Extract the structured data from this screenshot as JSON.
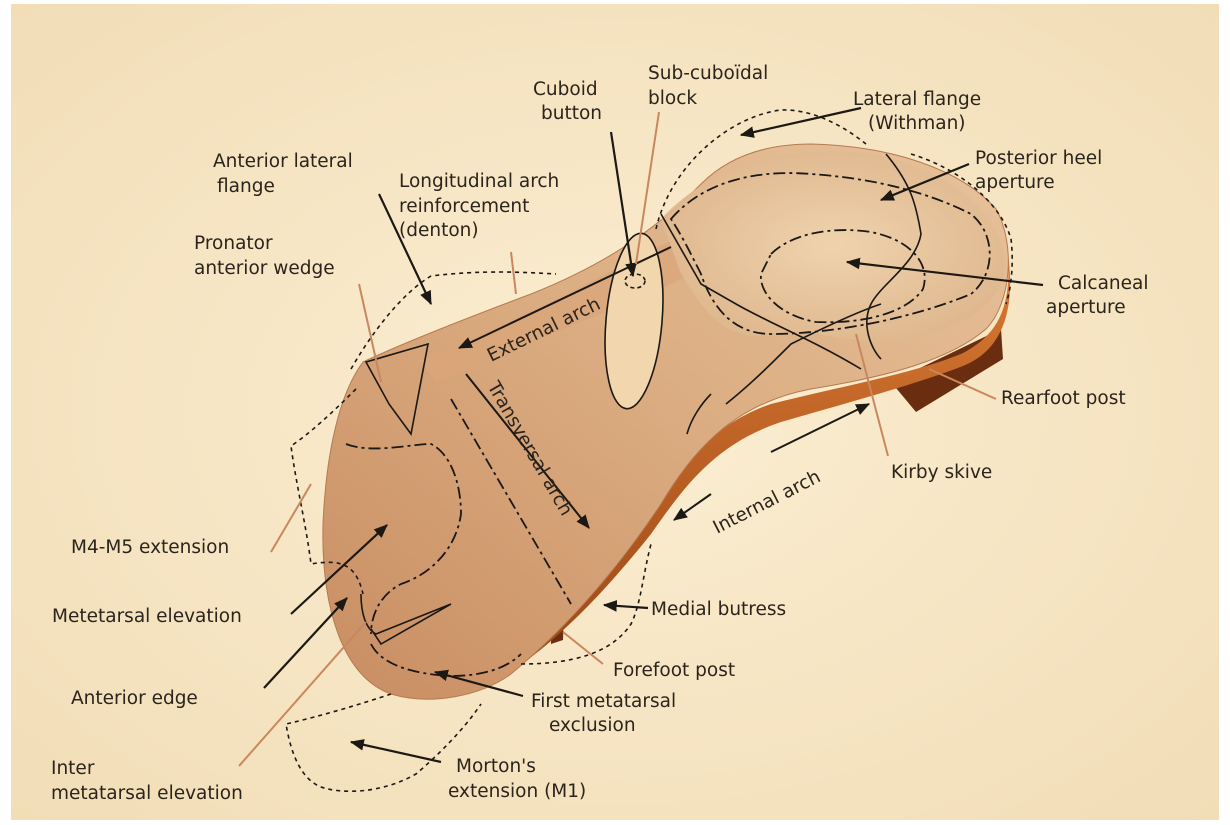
{
  "colors": {
    "background": "#f6e5c3",
    "insole_top": "#d9a679",
    "insole_edge": "#b05a23",
    "post": "#6b2d10",
    "lines": "#1c1814",
    "orange_pointer": "#c9875e"
  },
  "labels": {
    "cuboid_button": [
      "Cuboid",
      "button"
    ],
    "sub_cuboidal_block": [
      "Sub-cuboïdal",
      "block"
    ],
    "lateral_flange": [
      "Lateral flange",
      "(Withman)"
    ],
    "anterior_lateral_flange": [
      "Anterior lateral",
      "flange"
    ],
    "longitudinal_arch": [
      "Longitudinal arch",
      "reinforcement",
      "(denton)"
    ],
    "posterior_heel_aperture": [
      "Posterior heel",
      "aperture"
    ],
    "pronator_anterior_wedge": [
      "Pronator",
      "anterior wedge"
    ],
    "calcaneal_aperture": [
      "Calcaneal",
      "aperture"
    ],
    "rearfoot_post": "Rearfoot post",
    "kirby_skive": "Kirby skive",
    "m4_m5_extension": "M4-M5 extension",
    "metatarsal_elevation": "Metetarsal elevation",
    "medial_butress": "Medial butress",
    "forefoot_post": "Forefoot post",
    "anterior_edge": "Anterior edge",
    "first_metatarsal_exclusion": [
      "First metatarsal",
      "exclusion"
    ],
    "inter_metatarsal_elevation": [
      "Inter",
      "metatarsal elevation"
    ],
    "mortons_extension": [
      "Morton's",
      "extension (M1)"
    ]
  },
  "arch_labels": {
    "external_arch": "External arch",
    "transversal_arch": "Transversal arch",
    "internal_arch": "Internal arch"
  }
}
